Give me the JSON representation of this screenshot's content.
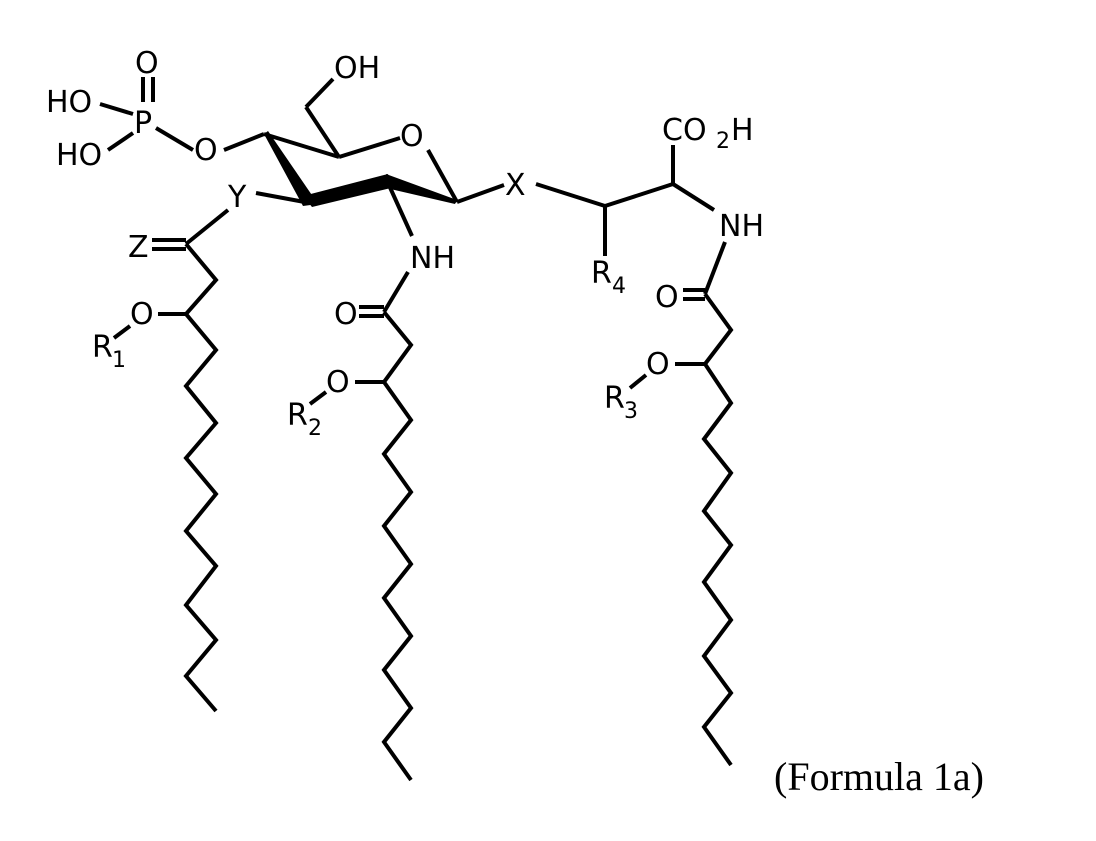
{
  "figure": {
    "caption": "(Formula 1a)",
    "colors": {
      "background": "#ffffff",
      "ink": "#000000"
    }
  },
  "labels": {
    "phosphate_O_double": "O",
    "phosphate_HO_top": "HO",
    "phosphate_HO_bottom": "HO",
    "phosphorus": "P",
    "phosphate_ester_O": "O",
    "hydroxymethyl_OH": "OH",
    "ring_O": "O",
    "Y": "Y",
    "Z": "Z",
    "X": "X",
    "amide_NH_sugar": "NH",
    "amide_NH_serine": "NH",
    "carboxyl_CO": "CO",
    "carboxyl_sub2": "2",
    "carboxyl_H": "H",
    "carbonyl_O_chain2": "O",
    "carbonyl_O_chain3": "O",
    "R1": {
      "letter": "R",
      "sub": "1",
      "O": "O"
    },
    "R2": {
      "letter": "R",
      "sub": "2",
      "O": "O"
    },
    "R3": {
      "letter": "R",
      "sub": "3",
      "O": "O"
    },
    "R4": {
      "letter": "R",
      "sub": "4"
    }
  }
}
